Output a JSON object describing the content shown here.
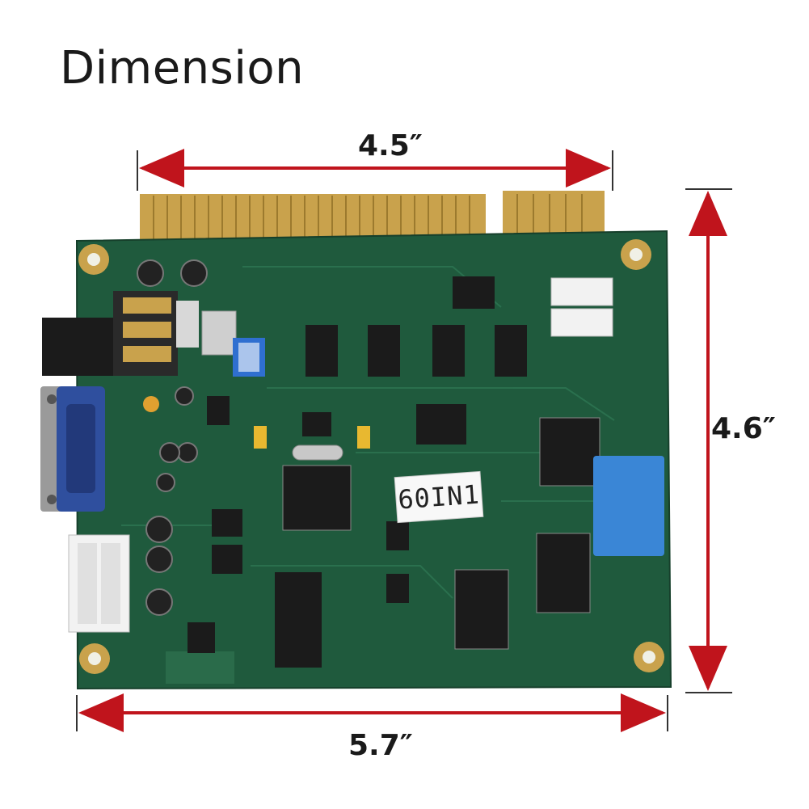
{
  "title": "Dimension",
  "dimensions": {
    "top": "4.5″",
    "right": "4.6″",
    "bottom": "5.7″"
  },
  "board": {
    "sticker_label": "60IN1"
  },
  "colors": {
    "pcb_green": "#1f5a3d",
    "gold_contacts": "#c9a24c",
    "dimension_arrow": "#c0141c",
    "vga_blue": "#2f4f9e",
    "blue_tape": "#3a86d6"
  }
}
